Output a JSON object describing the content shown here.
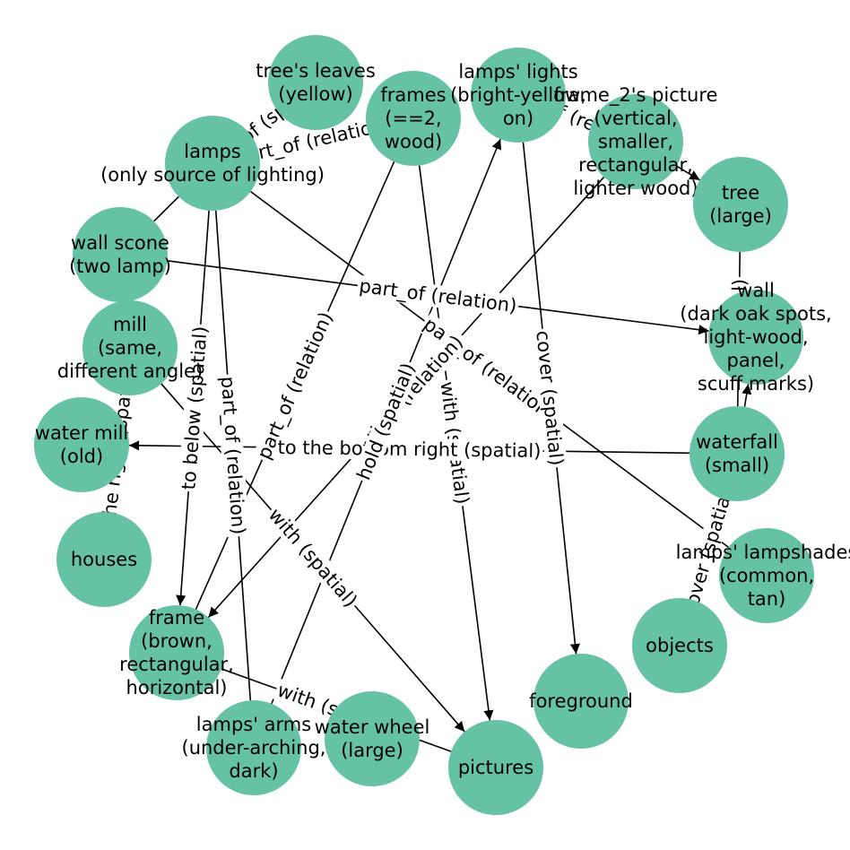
{
  "colors": {
    "node": "#66c2a5",
    "edge": "#000000",
    "background": "#ffffff"
  },
  "nodes": [
    {
      "id": "tree_leaves",
      "label": [
        "tree's leaves",
        "(yellow)"
      ]
    },
    {
      "id": "frames",
      "label": [
        "frames",
        "(==2,",
        "wood)"
      ]
    },
    {
      "id": "lamps_lights",
      "label": [
        "lamps' lights",
        "(bright-yellow,",
        "on)"
      ]
    },
    {
      "id": "frame2_picture",
      "label": [
        "frame_2's picture",
        "(vertical,",
        "smaller,",
        "rectangular,",
        "lighter wood)"
      ]
    },
    {
      "id": "lamps",
      "label": [
        "lamps",
        "(only source of lighting)"
      ]
    },
    {
      "id": "tree",
      "label": [
        "tree",
        "(large)"
      ]
    },
    {
      "id": "wall_scone",
      "label": [
        "wall scone",
        "(two lamp)"
      ]
    },
    {
      "id": "wall",
      "label": [
        "wall",
        "(dark oak spots,",
        "light-wood,",
        "panel,",
        "scuff marks)"
      ]
    },
    {
      "id": "mill",
      "label": [
        "mill",
        "(same,",
        "different angle)"
      ]
    },
    {
      "id": "water_mill",
      "label": [
        "water mill",
        "(old)"
      ]
    },
    {
      "id": "waterfall",
      "label": [
        "waterfall",
        "(small)"
      ]
    },
    {
      "id": "houses",
      "label": [
        "houses"
      ]
    },
    {
      "id": "lamps_lampshades",
      "label": [
        "lamps' lampshades",
        "(common,",
        "tan)"
      ]
    },
    {
      "id": "objects",
      "label": [
        "objects"
      ]
    },
    {
      "id": "frame",
      "label": [
        "frame",
        "(brown,",
        "rectangular,",
        "horizontal)"
      ]
    },
    {
      "id": "foreground",
      "label": [
        "foreground"
      ]
    },
    {
      "id": "lamps_arms",
      "label": [
        "lamps' arms",
        "(under-arching,",
        "dark)"
      ]
    },
    {
      "id": "water_wheel",
      "label": [
        "water wheel",
        "(large)"
      ]
    },
    {
      "id": "pictures",
      "label": [
        "pictures"
      ]
    }
  ],
  "edges": [
    {
      "from": "frames",
      "to": "lamps",
      "label": "part_of (relation)",
      "arrow": true
    },
    {
      "from": "tree_leaves",
      "to": "lamps",
      "label": "part_of (spatial)",
      "arrow": false
    },
    {
      "from": "lamps_lights",
      "to": "frame2_picture",
      "label": "part_of (relation)",
      "arrow": false
    },
    {
      "from": "frame2_picture",
      "to": "tree",
      "label": "",
      "arrow": true
    },
    {
      "from": "lamps",
      "to": "wall_scone",
      "label": "",
      "arrow": false
    },
    {
      "from": "wall_scone",
      "to": "wall",
      "label": "part_of (relation)",
      "arrow": true
    },
    {
      "from": "frames",
      "to": "frame",
      "label": "part_of (relation)",
      "arrow": false
    },
    {
      "from": "frames",
      "to": "pictures",
      "label": "with (spatial)",
      "arrow": true
    },
    {
      "from": "lamps",
      "to": "frame",
      "label": "to below (spatial)",
      "arrow": true
    },
    {
      "from": "lamps",
      "to": "lamps_arms",
      "label": "part_of (relation)",
      "arrow": false
    },
    {
      "from": "lamps",
      "to": "lamps_lampshades",
      "label": "part_of (relation)",
      "arrow": false
    },
    {
      "from": "frame2_picture",
      "to": "frame",
      "label": "part_of (relation)",
      "arrow": true
    },
    {
      "from": "lamps_lights",
      "to": "foreground",
      "label": "cover (spatial)",
      "arrow": true
    },
    {
      "from": "waterfall",
      "to": "water_mill",
      "label": "to the bottom right (spatial)",
      "arrow": true
    },
    {
      "from": "waterfall",
      "to": "wall",
      "label": "",
      "arrow": true
    },
    {
      "from": "tree",
      "to": "waterfall",
      "label": "in (spatial)",
      "arrow": false
    },
    {
      "from": "objects",
      "to": "waterfall",
      "label": "cover (spatial)",
      "arrow": false
    },
    {
      "from": "lamps_arms",
      "to": "lamps_lights",
      "label": "hold (spatial)",
      "arrow": true
    },
    {
      "from": "mill",
      "to": "houses",
      "label": "to the right (spatial)",
      "arrow": false
    },
    {
      "from": "mill",
      "to": "pictures",
      "label": "with (spatial)",
      "arrow": true
    },
    {
      "from": "frame",
      "to": "pictures",
      "label": "with (spatial)",
      "arrow": false
    }
  ]
}
